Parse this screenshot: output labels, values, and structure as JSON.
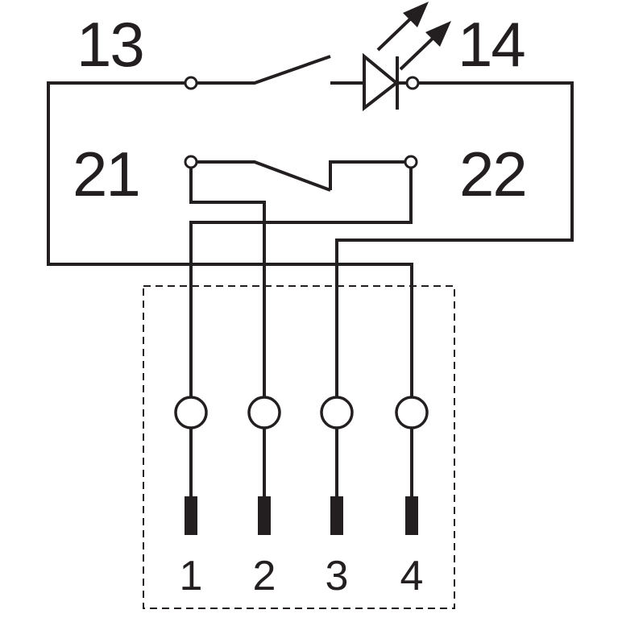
{
  "contacts": {
    "no_left": "13",
    "no_right": "14",
    "nc_left": "21",
    "nc_right": "22"
  },
  "pins": [
    "1",
    "2",
    "3",
    "4"
  ],
  "colors": {
    "line": "#231f20",
    "background": "#ffffff"
  }
}
